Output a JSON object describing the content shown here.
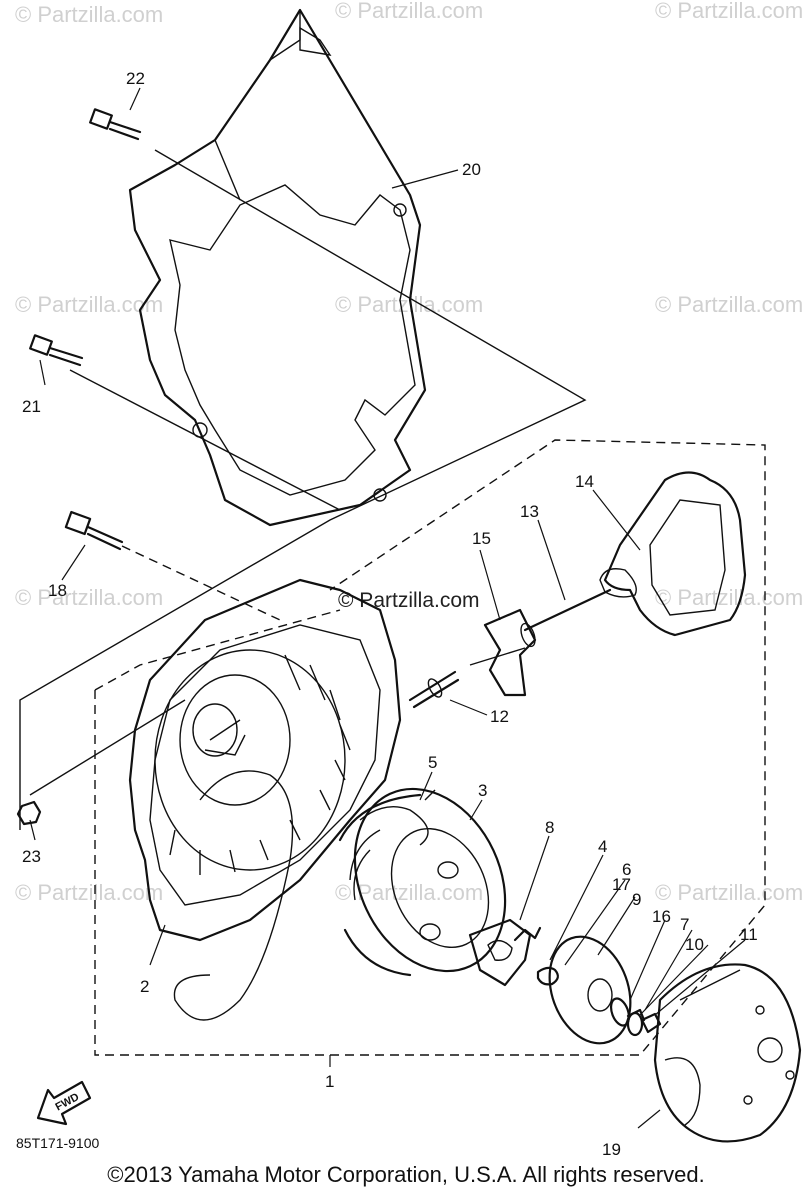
{
  "watermarks": {
    "text": "© Partzilla.com",
    "center_text": "© Partzilla.com"
  },
  "callouts": {
    "c1": "1",
    "c2": "2",
    "c3": "3",
    "c4": "4",
    "c5": "5",
    "c6": "6",
    "c7": "7",
    "c8": "8",
    "c9": "9",
    "c10": "10",
    "c11": "11",
    "c12": "12",
    "c13": "13",
    "c14": "14",
    "c15": "15",
    "c16": "16",
    "c17": "17",
    "c18": "18",
    "c19": "19",
    "c20": "20",
    "c21": "21",
    "c22": "22",
    "c23": "23"
  },
  "fwd_label": "FWD",
  "diagram_code": "85T171-9100",
  "copyright": "©2013 Yamaha Motor Corporation, U.S.A. All rights reserved."
}
